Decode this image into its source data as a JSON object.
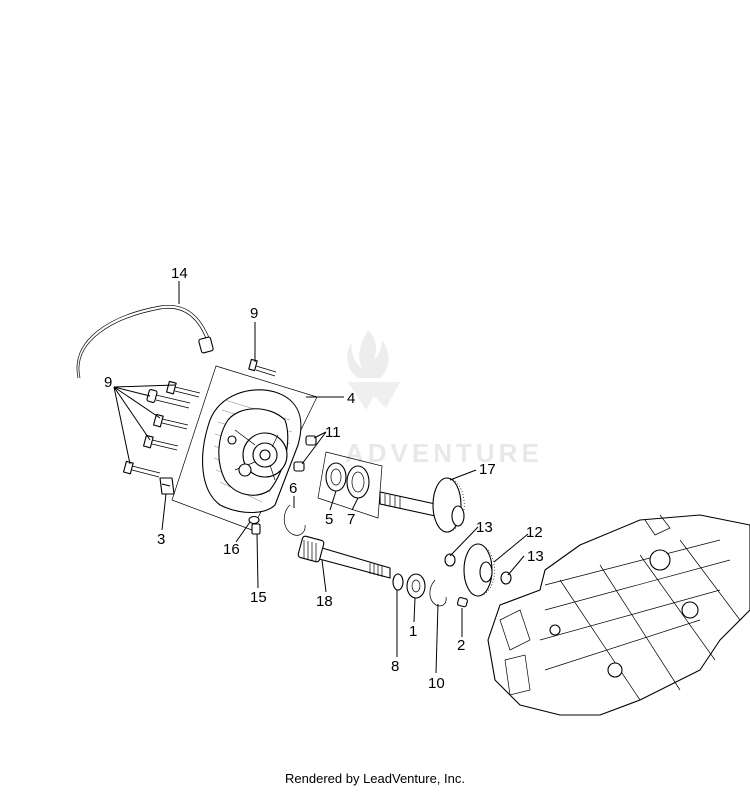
{
  "callouts": {
    "c1": "1",
    "c2": "2",
    "c3": "3",
    "c4": "4",
    "c5": "5",
    "c6": "6",
    "c7": "7",
    "c8": "8",
    "c9a": "9",
    "c9b": "9",
    "c10": "10",
    "c11": "11",
    "c12": "12",
    "c13a": "13",
    "c13b": "13",
    "c14": "14",
    "c15": "15",
    "c16": "16",
    "c17": "17",
    "c18": "18"
  },
  "watermark": {
    "text": "ADVENTURE"
  },
  "footer": {
    "text": "Rendered by LeadVenture, Inc."
  }
}
